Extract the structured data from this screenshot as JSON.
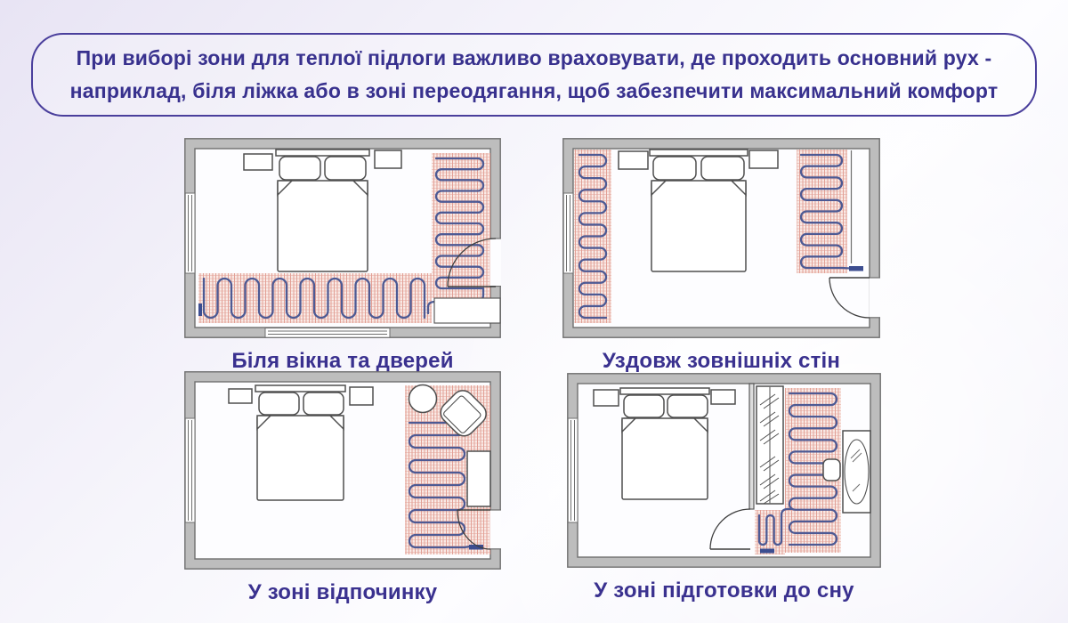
{
  "header": {
    "text": "При виборі зони для теплої підлоги важливо враховувати, де проходить основний рух -\nнаприклад, біля ліжка або в зоні переодягання, щоб забезпечити максимальний комфорт"
  },
  "plans": [
    {
      "caption": "Біля вікна та дверей"
    },
    {
      "caption": "Уздовж зовнішніх стін"
    },
    {
      "caption": "У зоні відпочинку"
    },
    {
      "caption": "У зоні підготовки до сну"
    }
  ],
  "palette": {
    "text_accent": "#38318e",
    "border_accent": "#4a3f9c",
    "heating_cable": "#4d5a94",
    "heating_mat_fill": "#f9eae6",
    "heating_mat_grid": "#e2a096",
    "wall_gray": "#bdbdbd"
  }
}
